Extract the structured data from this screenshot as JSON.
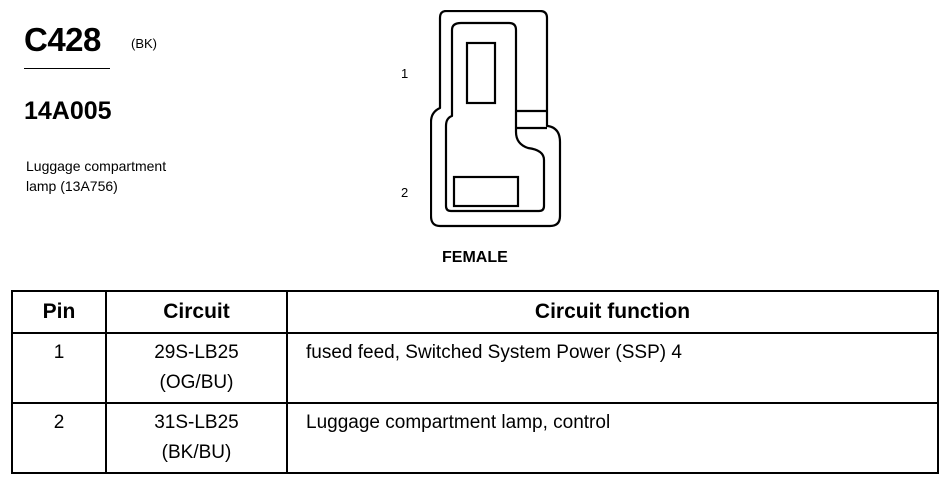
{
  "connector": {
    "id": "C428",
    "color_code": "(BK)",
    "part_number": "14A005",
    "description": "Luggage compartment\nlamp (13A756)",
    "gender": "FEMALE",
    "pin_labels": [
      "1",
      "2"
    ]
  },
  "table": {
    "headers": {
      "pin": "Pin",
      "circuit": "Circuit",
      "function": "Circuit function"
    },
    "rows": [
      {
        "pin": "1",
        "circuit": "29S-LB25",
        "wire_color": "(OG/BU)",
        "function": "fused feed, Switched System Power (SSP) 4"
      },
      {
        "pin": "2",
        "circuit": "31S-LB25",
        "wire_color": "(BK/BU)",
        "function": "Luggage compartment lamp, control"
      }
    ]
  }
}
